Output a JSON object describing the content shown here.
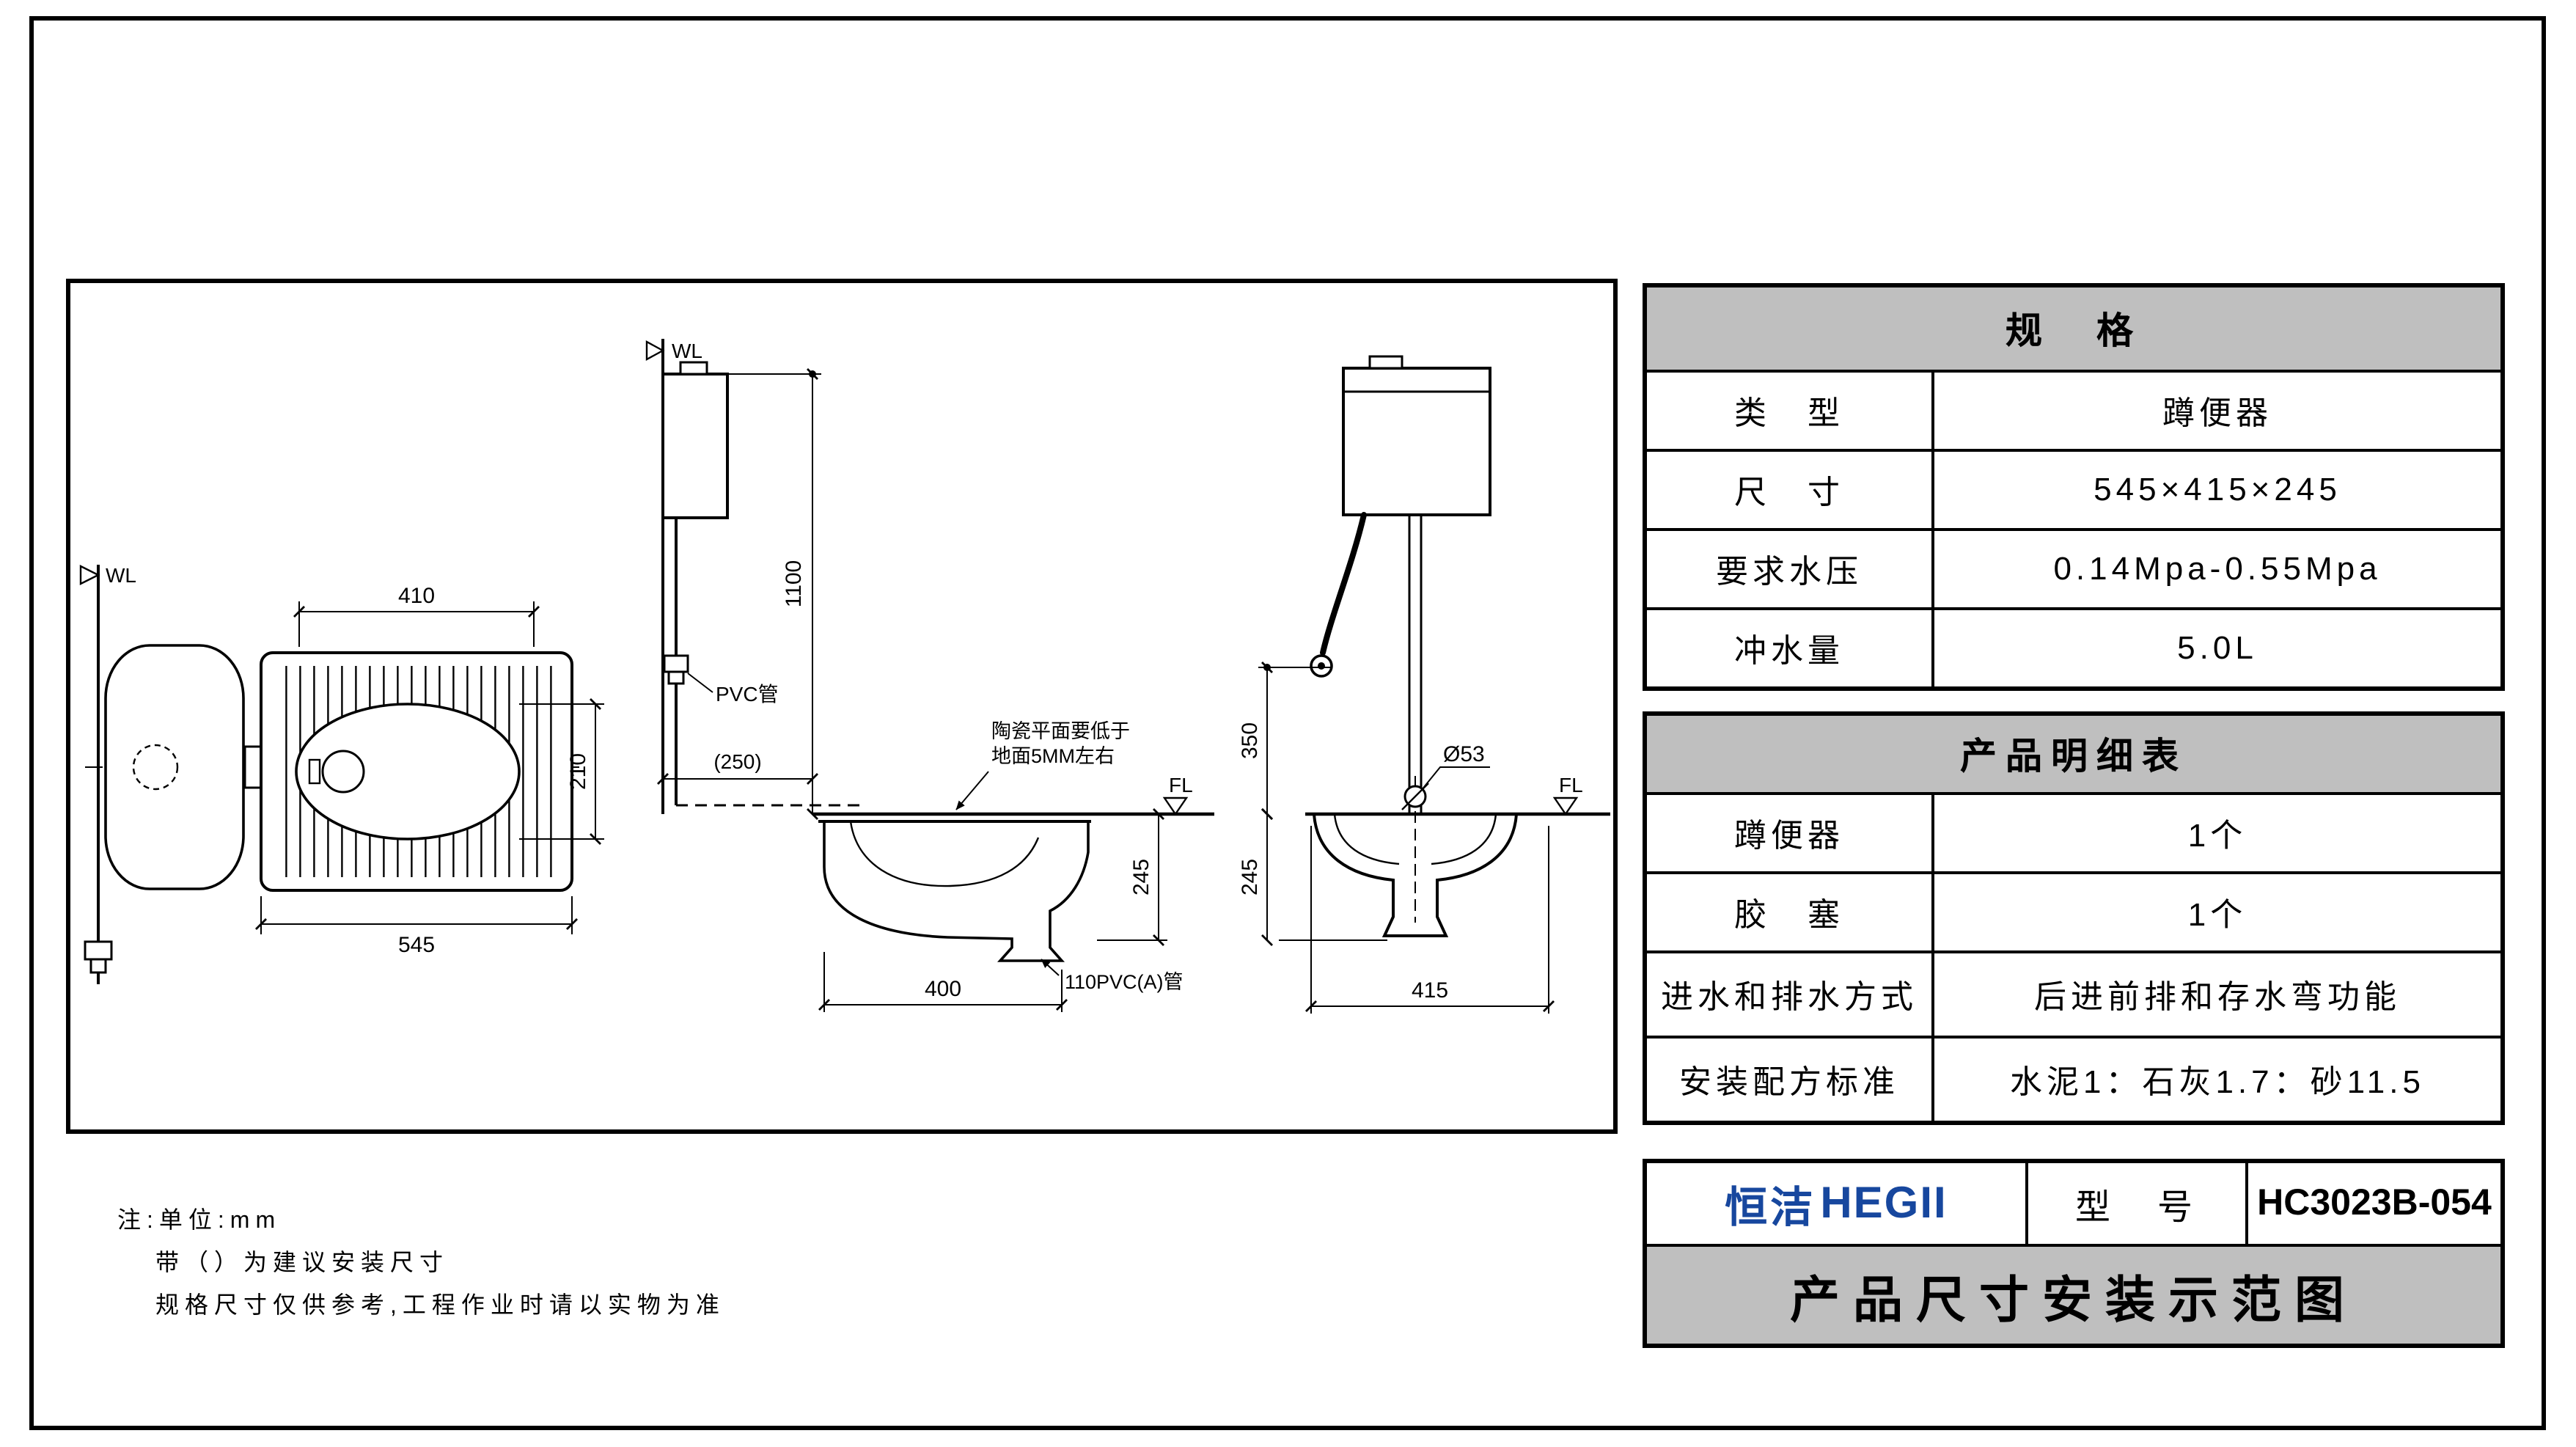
{
  "spec_table": {
    "header": "规　格",
    "rows": [
      {
        "label": "类　型",
        "value": "蹲便器"
      },
      {
        "label": "尺　寸",
        "value": "545×415×245"
      },
      {
        "label": "要求水压",
        "value": "0.14Mpa-0.55Mpa"
      },
      {
        "label": "冲水量",
        "value": "5.0L"
      }
    ],
    "detail_header": "产品明细表",
    "detail_rows": [
      {
        "label": "蹲便器",
        "value": "1个"
      },
      {
        "label": "胶　塞",
        "value": "1个"
      },
      {
        "label": "进水和排水方式",
        "value": "后进前排和存水弯功能"
      },
      {
        "label": "安装配方标准",
        "value": "水泥1：石灰1.7：砂11.5"
      }
    ]
  },
  "notes": {
    "line1": "注:单位:mm",
    "line2": "带（）为建议安装尺寸",
    "line3": "规格尺寸仅供参考,工程作业时请以实物为准"
  },
  "title_block": {
    "brand_cn": "恒洁",
    "brand_en": "HEGII",
    "model_label": "型　号",
    "model_value": "HC3023B-054",
    "title": "产品尺寸安装示范图"
  },
  "drawing": {
    "top_view": {
      "wl": "WL",
      "dim_410": "410",
      "dim_210": "210",
      "dim_545": "545"
    },
    "side_view": {
      "wl": "WL",
      "pvc_label": "PVC管",
      "dim_1100": "1100",
      "dim_250": "(250)",
      "ceramic_note_line1": "陶瓷平面要低于",
      "ceramic_note_line2": "地面5MM左右",
      "fl": "FL",
      "dim_245": "245",
      "dim_400": "400",
      "outlet_label": "110PVC(A)管"
    },
    "front_view": {
      "dim_350": "350",
      "dim_diameter": "Ø53",
      "fl": "FL",
      "dim_245": "245",
      "dim_415": "415"
    }
  }
}
